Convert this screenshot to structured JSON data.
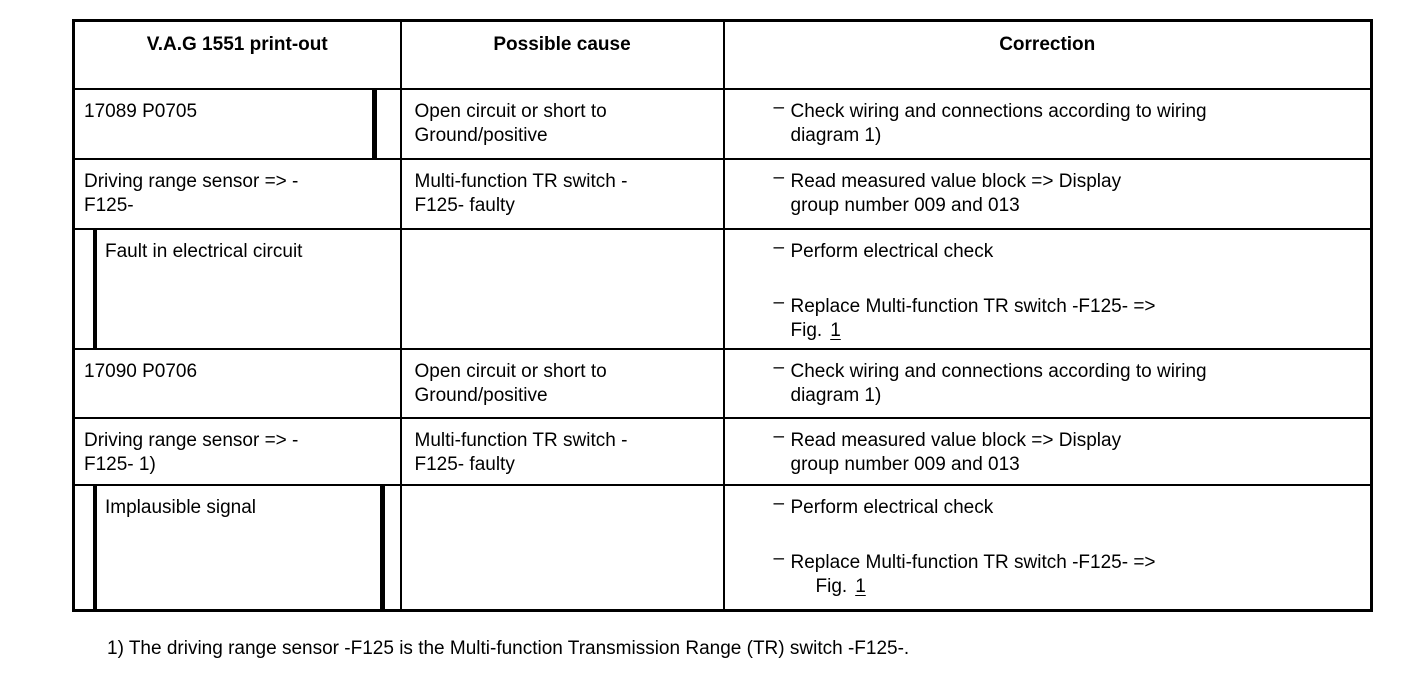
{
  "colors": {
    "background": "#ffffff",
    "text": "#000000",
    "border": "#000000"
  },
  "glyphs": {
    "dash": "–"
  },
  "table": {
    "headers": [
      {
        "label": "V.A.G 1551 print-out"
      },
      {
        "label": "Possible cause"
      },
      {
        "label": "Correction"
      }
    ],
    "rows": [
      {
        "printout": "17089 P0705",
        "cause": "Open circuit or short to\nGround/positive",
        "corrections": [
          {
            "lines": [
              "Check wiring and connections according to wiring",
              "diagram 1)"
            ]
          }
        ]
      },
      {
        "printout": "Driving range sensor => -\nF125-",
        "cause": "Multi-function TR switch -\nF125- faulty",
        "corrections": [
          {
            "lines": [
              "Read measured value block => Display",
              "group number 009 and 013"
            ]
          }
        ]
      },
      {
        "printout": "Fault in electrical circuit",
        "cause": "",
        "corrections": [
          {
            "lines": [
              "Perform electrical check"
            ]
          },
          {
            "lines": [
              "Replace Multi-function TR switch -F125- =>"
            ],
            "fig_prefix": "Fig.",
            "fig_link": "1"
          }
        ]
      },
      {
        "printout": "17090 P0706",
        "cause": "Open circuit or short to\nGround/positive",
        "corrections": [
          {
            "lines": [
              "Check wiring and connections according to wiring",
              "diagram 1)"
            ]
          }
        ]
      },
      {
        "printout": "Driving range sensor => -\nF125- 1)",
        "cause": "Multi-function TR switch -\nF125- faulty",
        "corrections": [
          {
            "lines": [
              "Read measured value block => Display",
              "group number 009 and 013"
            ]
          }
        ]
      },
      {
        "printout": "Implausible signal",
        "cause": "",
        "corrections": [
          {
            "lines": [
              "Perform electrical check"
            ]
          },
          {
            "lines": [
              "Replace Multi-function TR switch -F125- =>"
            ],
            "fig_prefix": "Fig.",
            "fig_link": "1"
          }
        ]
      }
    ]
  },
  "footnote": {
    "text": "1) The driving range sensor -F125 is the Multi-function Transmission Range (TR) switch -F125-."
  }
}
